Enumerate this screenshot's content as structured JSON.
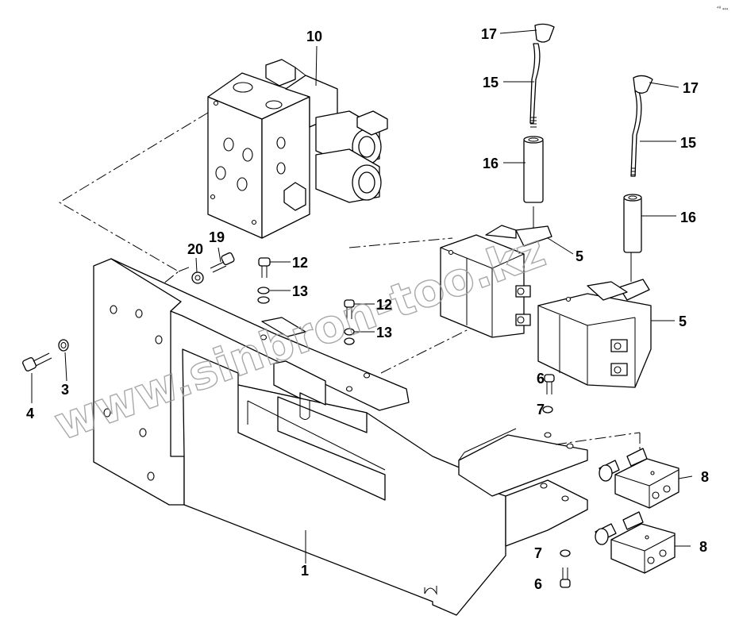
{
  "diagram": {
    "corner_code": "⁴⁸ ₄₄₄",
    "watermark": "www.sinbron-too.kz",
    "callouts": [
      {
        "id": "1",
        "text": "1"
      },
      {
        "id": "3",
        "text": "3"
      },
      {
        "id": "4",
        "text": "4"
      },
      {
        "id": "5a",
        "text": "5"
      },
      {
        "id": "5b",
        "text": "5"
      },
      {
        "id": "6a",
        "text": "6"
      },
      {
        "id": "6b",
        "text": "6"
      },
      {
        "id": "7a",
        "text": "7"
      },
      {
        "id": "7b",
        "text": "7"
      },
      {
        "id": "8a",
        "text": "8"
      },
      {
        "id": "8b",
        "text": "8"
      },
      {
        "id": "10",
        "text": "10"
      },
      {
        "id": "12a",
        "text": "12"
      },
      {
        "id": "12b",
        "text": "12"
      },
      {
        "id": "13a",
        "text": "13"
      },
      {
        "id": "13b",
        "text": "13"
      },
      {
        "id": "15a",
        "text": "15"
      },
      {
        "id": "15b",
        "text": "15"
      },
      {
        "id": "16a",
        "text": "16"
      },
      {
        "id": "16b",
        "text": "16"
      },
      {
        "id": "17a",
        "text": "17"
      },
      {
        "id": "17b",
        "text": "17"
      },
      {
        "id": "19",
        "text": "19"
      },
      {
        "id": "20",
        "text": "20"
      }
    ]
  }
}
